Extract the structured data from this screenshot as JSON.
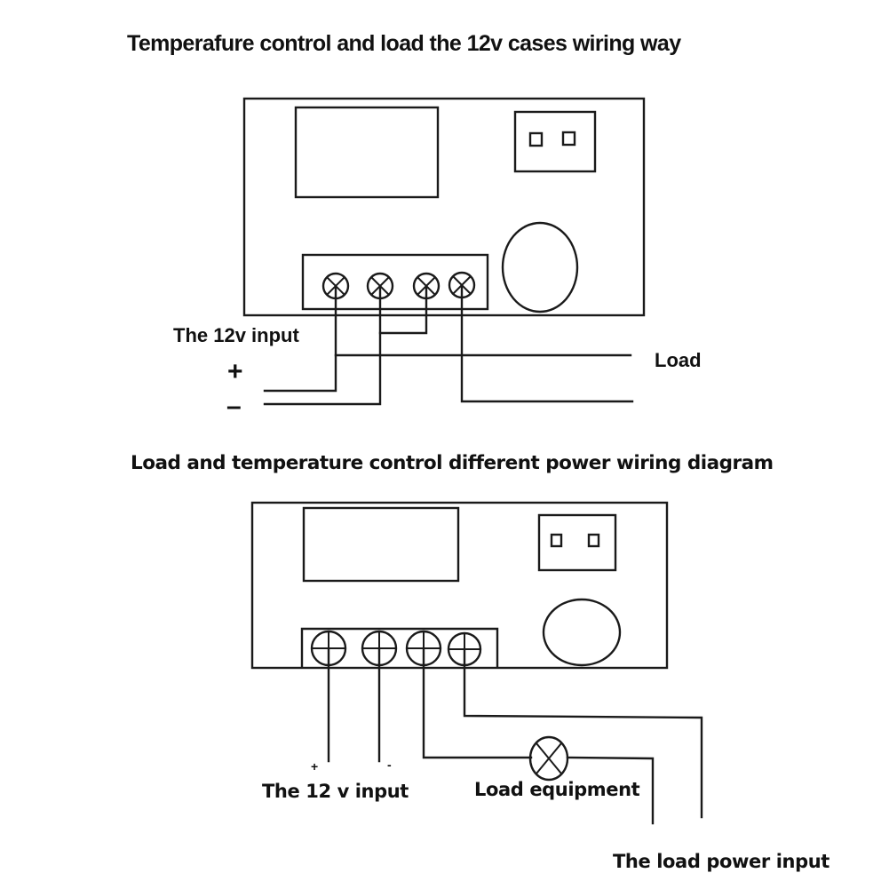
{
  "diagram1": {
    "title": "Temperafure control and load the 12v cases wiring way",
    "input_label": "The 12v  input",
    "plus_sign": "+",
    "minus_sign": "–",
    "load_label": "Load",
    "terminal_icon": "screw-terminal-x-icon",
    "terminal_count": 4
  },
  "diagram2": {
    "title": "Load and temperature control different power wiring diagram",
    "plus_sign": "+",
    "minus_sign": "-",
    "input_label": "The 12 v  input",
    "load_equipment_label": "Load equipment",
    "load_power_label": "The load power input",
    "terminal_icon": "screw-terminal-cross-icon",
    "lamp_icon": "lamp-icon",
    "terminal_count": 4
  }
}
